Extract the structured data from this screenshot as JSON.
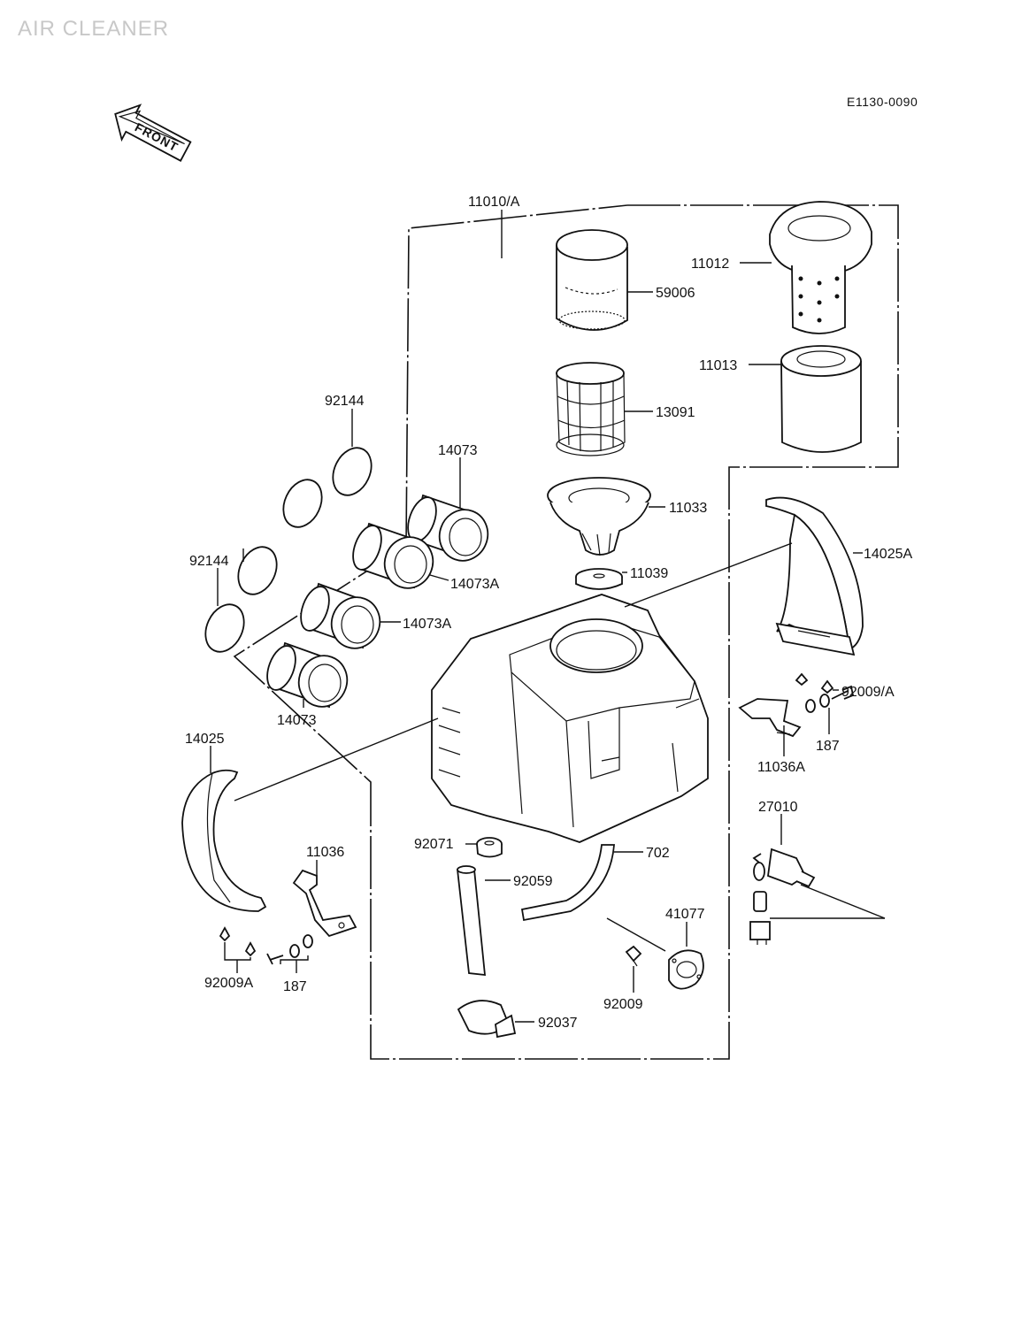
{
  "title": "AIR CLEANER",
  "diagram_code": "E1130-0090",
  "front_label": "FRONT",
  "parts": {
    "p11010A": "11010/A",
    "p59006": "59006",
    "p11012": "11012",
    "p11013": "11013",
    "p13091": "13091",
    "p92144_top": "92144",
    "p14073_top": "14073",
    "p11033": "11033",
    "p92144_left": "92144",
    "p14073A_1": "14073A",
    "p11039": "11039",
    "p14025A": "14025A",
    "p14073A_2": "14073A",
    "p92009A_right": "92009/A",
    "p14073_bottom": "14073",
    "p187_right": "187",
    "p14025": "14025",
    "p11036A": "11036A",
    "p27010": "27010",
    "p92071": "92071",
    "p702": "702",
    "p11036": "11036",
    "p92059": "92059",
    "p41077": "41077",
    "p92009A_left": "92009A",
    "p187_left": "187",
    "p92009": "92009",
    "p92037": "92037"
  }
}
